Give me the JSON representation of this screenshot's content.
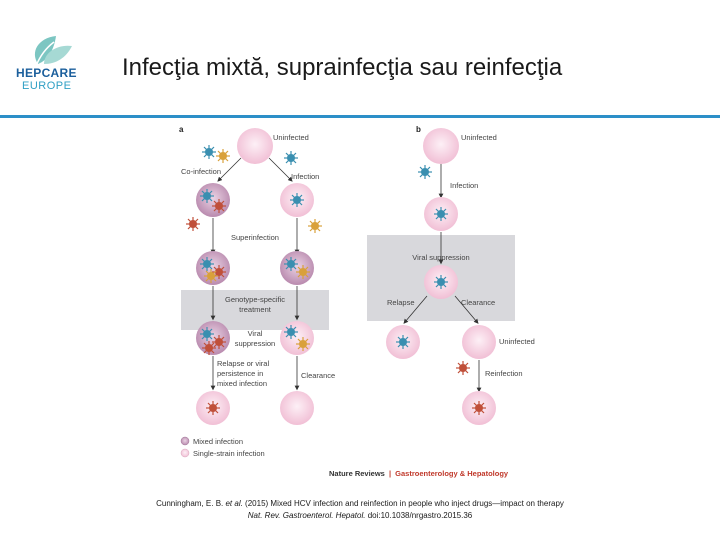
{
  "header": {
    "logo_line1": "HEPCARE",
    "logo_line2": "EUROPE",
    "title": "Infecţia mixtă, suprainfecţia sau reinfecţia"
  },
  "diagram": {
    "panel_a": {
      "letter": "a",
      "uninfected": "Uninfected",
      "coinfection": "Co-infection",
      "infection": "Infection",
      "superinfection": "Superinfection",
      "treatment_line1": "Genotype-specific",
      "treatment_line2": "treatment",
      "viral_suppression_line1": "Viral",
      "viral_suppression_line2": "suppression",
      "relapse_line1": "Relapse or viral",
      "relapse_line2": "persistence in",
      "relapse_line3": "mixed infection",
      "clearance": "Clearance"
    },
    "panel_b": {
      "letter": "b",
      "uninfected_top": "Uninfected",
      "infection": "Infection",
      "viral_suppression": "Viral suppression",
      "relapse": "Relapse",
      "clearance": "Clearance",
      "uninfected_mid": "Uninfected",
      "reinfection": "Reinfection"
    },
    "legend": {
      "mixed": "Mixed infection",
      "single": "Single-strain infection"
    },
    "source": {
      "journal": "Nature Reviews",
      "separator": "|",
      "subjournal": "Gastroenterology & Hepatology"
    },
    "colors": {
      "cell_pink": "#f3c9dc",
      "cell_mixed": "#c99cc0",
      "grey_box": "#d8d8dc",
      "virus_blue": "#3a8fb0",
      "virus_red": "#c0503a",
      "virus_yellow": "#d9a13b",
      "accent_red": "#c0392b"
    }
  },
  "citation": {
    "line1_prefix": "Cunningham, E. B. ",
    "line1_etal": "et al.",
    "line1_rest": " (2015) Mixed HCV infection and reinfection in people who inject drugs—impact on therapy",
    "line2_journal": "Nat. Rev. Gastroenterol. Hepatol.",
    "line2_doi": " doi:10.1038/nrgastro.2015.36"
  }
}
